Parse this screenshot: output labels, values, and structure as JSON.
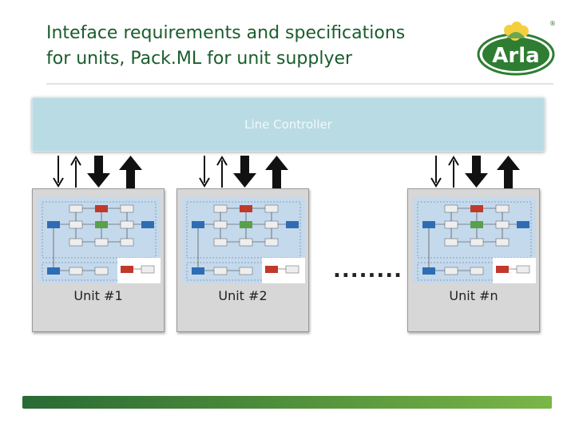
{
  "slide": {
    "title_line1": "Inteface requirements and specifications",
    "title_line2": "for units, Pack.ML for unit supplyer"
  },
  "logo": {
    "text": "Arla",
    "registered": "®",
    "brand_green": "#2e7d32",
    "flower_yellow": "#f4d03f"
  },
  "diagram": {
    "controller_label": "Line Controller",
    "units": [
      {
        "label": "Unit #1"
      },
      {
        "label": "Unit #2"
      },
      {
        "label": "Unit #n"
      }
    ],
    "ellipsis": "........"
  },
  "colors": {
    "title": "#1a5c2c",
    "controller": "#b9dbe4",
    "unit_box": "#d7d7d7",
    "footer_start": "#2a6a35",
    "footer_end": "#7ab648"
  }
}
